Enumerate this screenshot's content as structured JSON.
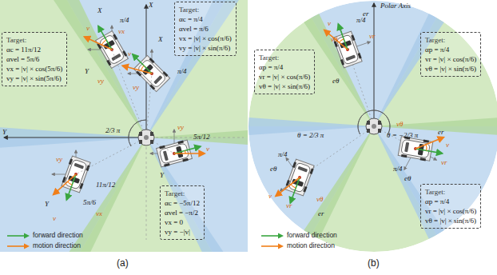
{
  "diagram": {
    "nodes": [
      {
        "text": [
          "Target:",
          "αc = 11π/12",
          "αvel = 5π/6",
          "vx = |v| × cos(5π/6)",
          "vy = |v| × sin(5π/6)"
        ]
      },
      {
        "text": [
          "Target:",
          "αc = π/4",
          "αvel = π/6",
          "vx = |v| × cos(π/6)",
          "vy = |v| × sin(π/6)"
        ]
      },
      {
        "text": [
          "Target:",
          "αc = −5π/12",
          "αvel = −π/2",
          "vx = 0",
          "vy = −|v|"
        ]
      },
      {
        "text": [
          "Target:",
          "αp = π/4",
          "vr = |v| × cos(π/6)",
          "vθ = |v| × sin(π/6)"
        ]
      },
      {
        "text": [
          "Target:",
          "αp = π/4",
          "vr = |v| × cos(π/6)",
          "vθ = |v| × sin(π/6)"
        ]
      },
      {
        "text": [
          "Target:",
          "αp = π/4",
          "vr = |v| × cos(π/6)",
          "vθ = |v| × sin(π/6)"
        ]
      }
    ],
    "labels": [
      "X",
      "Y",
      "2/3 π",
      "X",
      "Y",
      "π/4",
      "v",
      "vx",
      "vy",
      "X",
      "π/4",
      "v",
      "vy",
      "5π/12",
      "vy",
      "v",
      "Y",
      "11π/12",
      "5π/6",
      "Y",
      "vy",
      "vx",
      "v",
      "(a)",
      "Polar Axis",
      "er",
      "θ = 2/3 π",
      "θ = −2/3 π",
      "π/4",
      "v",
      "vθ",
      "vr",
      "eθ",
      "π/4",
      "v",
      "vr",
      "vθ",
      "eθ",
      "er",
      "vθ",
      "vr",
      "v",
      "π/4",
      "er",
      "eθ",
      "(b)"
    ],
    "legend": [
      {
        "text": "forward direction"
      },
      {
        "text": "motion direction"
      },
      {
        "text": "forward direction"
      },
      {
        "text": "motion direction"
      }
    ]
  }
}
